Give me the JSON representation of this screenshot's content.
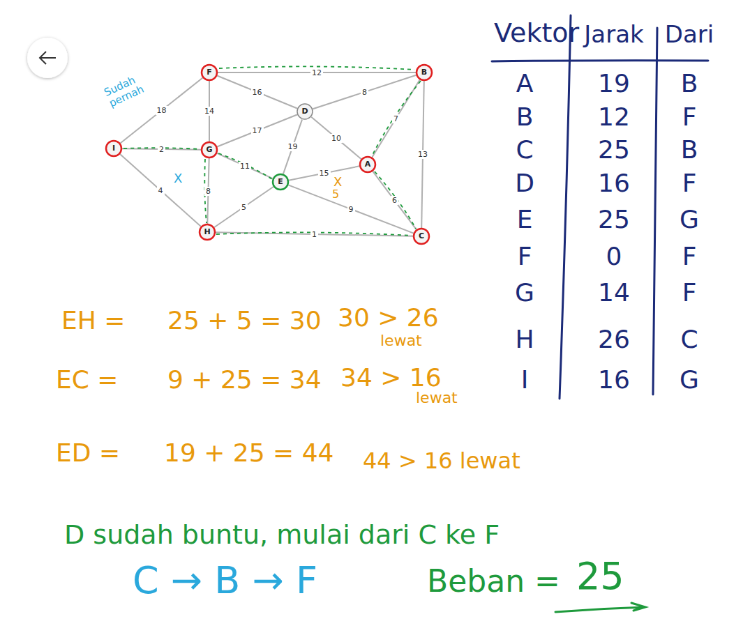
{
  "diagram": {
    "nodes": [
      {
        "text": [
          "F"
        ]
      },
      {
        "text": [
          "B"
        ]
      },
      {
        "text": [
          "D"
        ]
      },
      {
        "text": [
          "I"
        ]
      },
      {
        "text": [
          "G"
        ]
      },
      {
        "text": [
          "A"
        ]
      },
      {
        "text": [
          "E"
        ]
      },
      {
        "text": [
          "H"
        ]
      },
      {
        "text": [
          "C"
        ]
      }
    ],
    "edges": [
      {
        "from": 0,
        "to": 1,
        "label": "12",
        "arrow": "none"
      },
      {
        "from": 0,
        "to": 2,
        "label": "16",
        "arrow": "none"
      },
      {
        "from": 0,
        "to": 3,
        "label": "18",
        "arrow": "none"
      },
      {
        "from": 0,
        "to": 4,
        "label": "14",
        "arrow": "none"
      },
      {
        "from": 2,
        "to": 1,
        "label": "8",
        "arrow": "none"
      },
      {
        "from": 2,
        "to": 4,
        "label": "17",
        "arrow": "none"
      },
      {
        "from": 2,
        "to": 6,
        "label": "19",
        "arrow": "none"
      },
      {
        "from": 2,
        "to": 5,
        "label": "10",
        "arrow": "none"
      },
      {
        "from": 1,
        "to": 5,
        "label": "7",
        "arrow": "none"
      },
      {
        "from": 1,
        "to": 8,
        "label": "13",
        "arrow": "none"
      },
      {
        "from": 3,
        "to": 4,
        "label": "2",
        "arrow": "none"
      },
      {
        "from": 3,
        "to": 7,
        "label": "4",
        "arrow": "none"
      },
      {
        "from": 4,
        "to": 6,
        "label": "11",
        "arrow": "none"
      },
      {
        "from": 4,
        "to": 7,
        "label": "8",
        "arrow": "none"
      },
      {
        "from": 6,
        "to": 5,
        "label": "15",
        "arrow": "none"
      },
      {
        "from": 6,
        "to": 7,
        "label": "5",
        "arrow": "none"
      },
      {
        "from": 6,
        "to": 8,
        "label": "9",
        "arrow": "none"
      },
      {
        "from": 5,
        "to": 8,
        "label": "6",
        "arrow": "none"
      },
      {
        "from": 7,
        "to": 8,
        "label": "1",
        "arrow": "none"
      }
    ],
    "labels": [
      "Sudah pernah",
      "X",
      "X",
      "5",
      "Vektor",
      "Jarak",
      "Dari",
      "A",
      "19",
      "B",
      "B",
      "12",
      "F",
      "C",
      "25",
      "B",
      "D",
      "16",
      "F",
      "E",
      "25",
      "G",
      "F",
      "0",
      "F",
      "G",
      "14",
      "F",
      "H",
      "26",
      "C",
      "I",
      "16",
      "G",
      "EH =",
      "25 + 5 = 30",
      "30 > 26",
      "lewat",
      "EC =",
      "9 + 25 = 34",
      "34 > 16",
      "lewat",
      "ED =",
      "19 + 25 = 44",
      "44 > 16 lewat",
      "D sudah buntu, mulai dari C ke F",
      "C → B → F",
      "Beban =",
      "25"
    ]
  }
}
